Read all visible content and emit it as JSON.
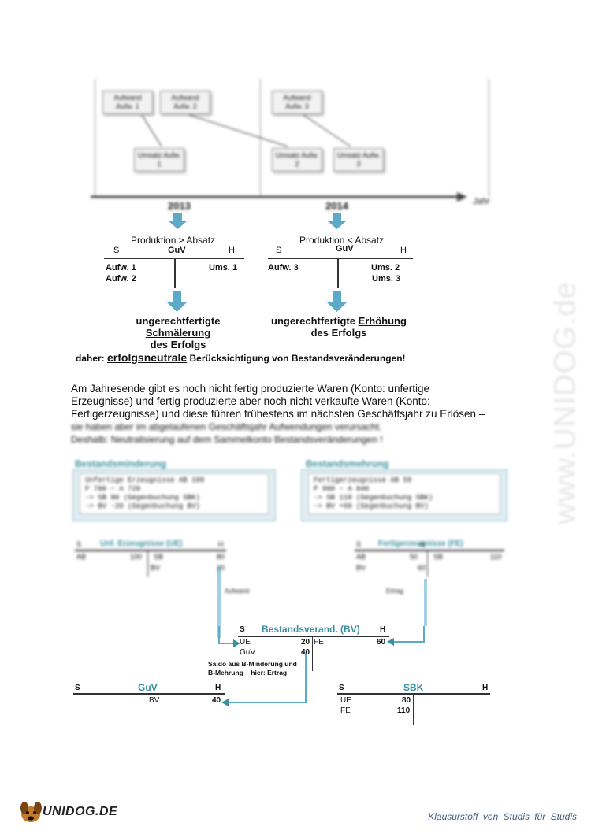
{
  "timeline": {
    "boxes_2013_top": [
      "Aufwand Aufw. 1",
      "Aufwand Aufw. 2"
    ],
    "box_2013_bottom": "Umsatz Aufw. 1",
    "box_2014_top": "Aufwand Aufw. 3",
    "boxes_2014_bottom": [
      "Umsatz Aufw. 2",
      "Umsatz Aufw. 3"
    ],
    "year_1": "2013",
    "year_2": "2014",
    "axis_label": "Jahr"
  },
  "left_case": {
    "heading": "Produktion > Absatz",
    "s": "S",
    "account": "GuV",
    "h": "H",
    "debit": [
      "Aufw. 1",
      "Aufw. 2"
    ],
    "credit": [
      "Ums. 1"
    ],
    "conclusion_1": "ungerechtfertigte ",
    "conclusion_u": "Schmälerung",
    "conclusion_2": "des Erfolgs"
  },
  "right_case": {
    "heading": "Produktion < Absatz",
    "s": "S",
    "account": "GuV",
    "h": "H",
    "debit": [
      "Aufw. 3"
    ],
    "credit": [
      "Ums. 2",
      "Ums. 3"
    ],
    "conclusion_1": "ungerechtfertigte ",
    "conclusion_u": "Erhöhung",
    "conclusion_2": "des Erfolgs"
  },
  "therefore": {
    "prefix": "daher: ",
    "emph": "erfolgsneutrale",
    "rest": " Berücksichtigung von Bestandsveränderungen!"
  },
  "paragraph": {
    "line1": "Am Jahresende gibt es noch nicht fertig produzierte Waren (Konto: unfertige",
    "line2": "Erzeugnisse) und fertig produzierte aber noch nicht verkaufte Waren (Konto:",
    "line3": "Fertigerzeugnisse) und diese führen frühestens im nächsten Geschäftsjahr zu Erlösen –",
    "line4": "sie haben aber im abgelaufenen Geschäftsjahr Aufwendungen verursacht.",
    "line5": "Deshalb: Neutralisierung auf dem Sammelkonto Bestandsveränderungen !"
  },
  "panels": {
    "left_title": "Bestandsminderung",
    "left_lines": [
      "Unfertige Erzeugnisse AB 100",
      "P    700 − A    720",
      "     -> SB    80 (Gegenbuchung SBK)",
      "     -> BV   -20 (Gegenbuchung BV)"
    ],
    "right_title": "Bestandsmehrung",
    "right_lines": [
      "Fertigerzeugnisse AB 50",
      "P    900 − A    840",
      "     -> SB   110 (Gegenbuchung SBK)",
      "     -> BV   +60 (Gegenbuchung BV)"
    ]
  },
  "ue_account": {
    "s": "S",
    "title": "Unf. Erzeugnisse (UE)",
    "h": "H",
    "l1": "AB",
    "l2": "100",
    "r1": "SB",
    "r2": "80",
    "bv": "BV",
    "bv_val": "20",
    "note": "Aufwand"
  },
  "fe_account": {
    "s": "S",
    "title": "Fertigerzeugnisse (FE)",
    "h": "H",
    "l1": "AB",
    "l2": "50",
    "r1": "SB",
    "r2": "110",
    "bv": "BV",
    "bv_val": "60",
    "note": "Ertrag"
  },
  "bv_account": {
    "s": "S",
    "title": "Bestandsverand. (BV)",
    "h": "H",
    "left": [
      {
        "label": "UE",
        "value": "20"
      },
      {
        "label": "GuV",
        "value": "40"
      }
    ],
    "right": [
      {
        "label": "FE",
        "value": "60"
      }
    ],
    "note_1": "Saldo aus B-Minderung und",
    "note_2": "B-Mehrung – hier: Ertrag"
  },
  "guv_account": {
    "s": "S",
    "title": "GuV",
    "h": "H",
    "right_label": "BV",
    "right_value": "40"
  },
  "sbk_account": {
    "s": "S",
    "title": "SBK",
    "h": "H",
    "rows": [
      {
        "label": "UE",
        "value": "80"
      },
      {
        "label": "FE",
        "value": "110"
      }
    ]
  },
  "footer": {
    "logo": "UNIDOG.DE",
    "tagline": "Klausurstoff von Studis für Studis",
    "watermark": "www.UNIDOG.de"
  },
  "colors": {
    "teal": "#3a8fa0",
    "arrow": "#5aaac8"
  }
}
